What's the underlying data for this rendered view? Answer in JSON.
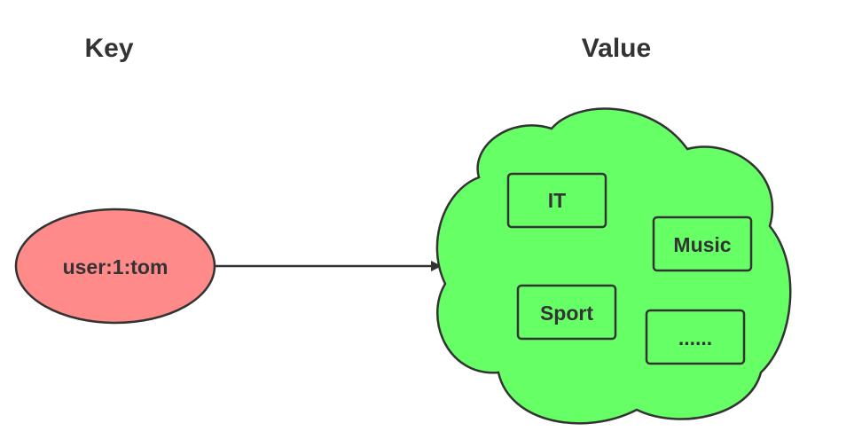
{
  "headings": {
    "key": "Key",
    "value": "Value"
  },
  "key_node": {
    "label": "user:1:tom",
    "fill": "#ff8a8a"
  },
  "value_node": {
    "fill": "#66ff66",
    "items": [
      "IT",
      "Music",
      "Sport",
      "......"
    ]
  },
  "colors": {
    "stroke": "#333333",
    "text": "#333333",
    "background": "#ffffff"
  },
  "arrow": {
    "from": "key",
    "to": "value"
  }
}
